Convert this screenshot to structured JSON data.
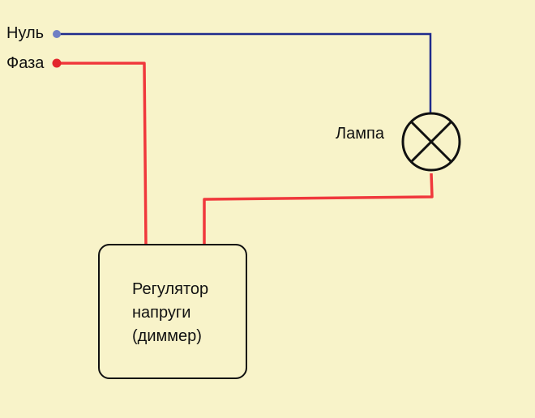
{
  "labels": {
    "neutral": "Нуль",
    "phase": "Фаза",
    "lamp": "Лампа"
  },
  "dimmer": {
    "lines": [
      "Регулятор",
      "напруги",
      "(диммер)"
    ]
  },
  "colors": {
    "background": "#f8f3c9",
    "neutral_wire": "#1f2a8c",
    "phase_wire": "#f0383c",
    "outline": "#111111",
    "neutral_terminal": "#6f7fc4",
    "phase_terminal": "#e3262c"
  },
  "icons": {
    "lamp": "lamp-cross-circle-icon"
  }
}
